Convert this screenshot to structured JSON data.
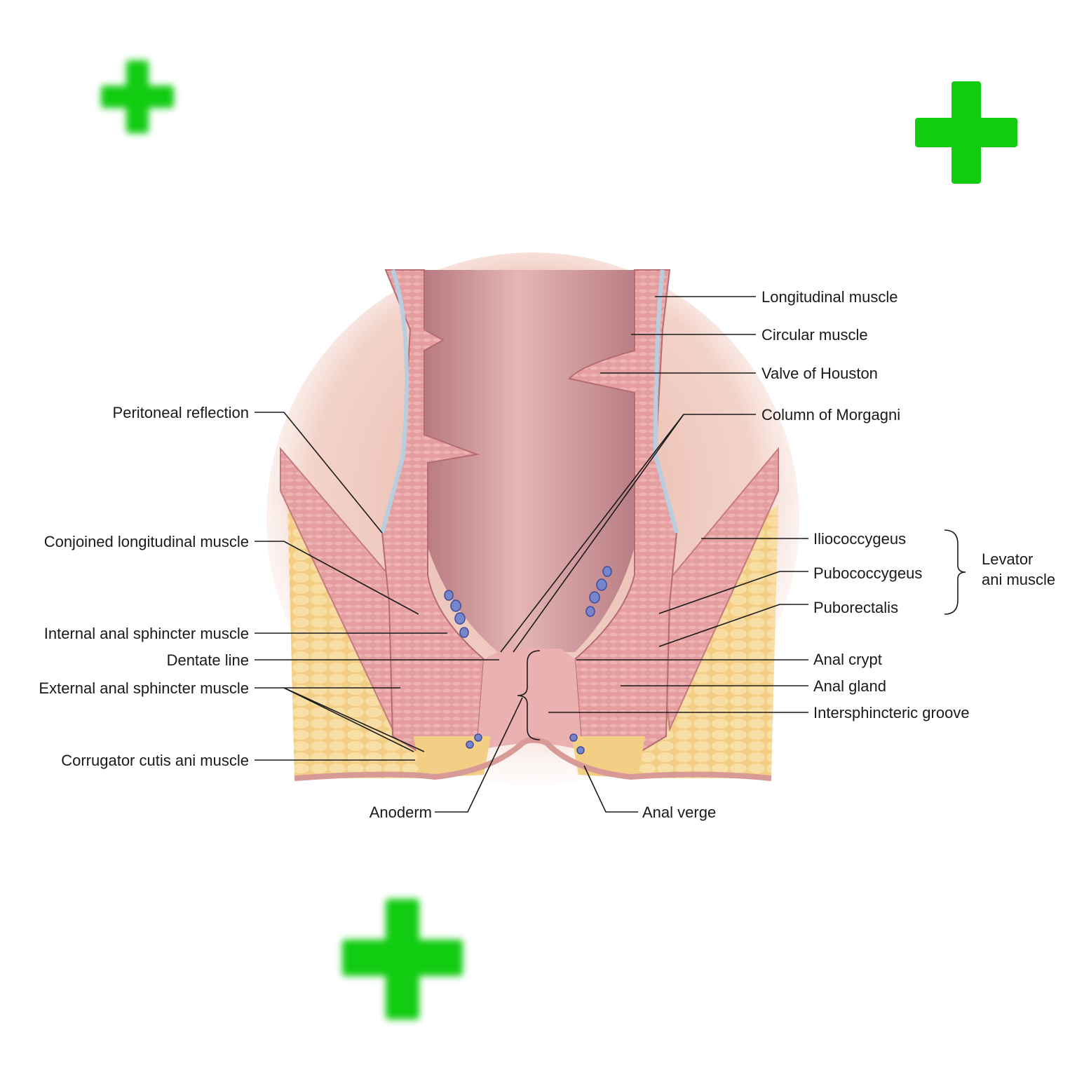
{
  "colors": {
    "accent_cross": "#11cc11",
    "muscle": "#e8a3a5",
    "lumen": "#c98a8e",
    "fat": "#f3d08a",
    "fascia": "#b8cde0",
    "vessel": "#6f7fc6",
    "text": "#1a1a1a"
  },
  "decor": {
    "cross_icons": [
      "plus-icon",
      "plus-icon",
      "plus-icon"
    ]
  },
  "labels": {
    "longitudinal_muscle": "Longitudinal muscle",
    "circular_muscle": "Circular muscle",
    "valve_of_houston": "Valve of Houston",
    "column_of_morgagni": "Column of Morgagni",
    "peritoneal_reflection": "Peritoneal reflection",
    "conjoined_longitudinal_muscle": "Conjoined longitudinal muscle",
    "internal_anal_sphincter_muscle": "Internal anal sphincter muscle",
    "dentate_line": "Dentate line",
    "external_anal_sphincter_muscle": "External anal sphincter muscle",
    "corrugator_cutis_ani_muscle": "Corrugator cutis ani muscle",
    "iliococcygeus": "Iliococcygeus",
    "pubococcygeus": "Pubococcygeus",
    "puborectalis": "Puborectalis",
    "levator_line1": "Levator",
    "levator_line2": "ani muscle",
    "anal_crypt": "Anal crypt",
    "anal_gland": "Anal gland",
    "intersphincteric_groove": "Intersphincteric groove",
    "anoderm": "Anoderm",
    "anal_verge": "Anal verge"
  }
}
